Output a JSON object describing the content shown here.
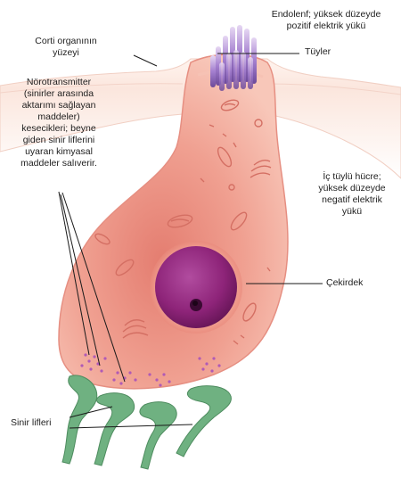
{
  "labels": {
    "surface": [
      "Corti organının",
      "yüzeyi"
    ],
    "endolymph": [
      "Endolenf; yüksek düzeyde",
      "pozitif elektrik yükü"
    ],
    "hairs": [
      "Tüyler"
    ],
    "neurotransmitter": [
      "Nörotransmitter",
      "(sinirler arasında",
      "aktarımı sağlayan",
      "maddeler)",
      "kesecikleri; beyne",
      "giden sinir liflerini",
      "uyaran kimyasal",
      "maddeler salıverir."
    ],
    "inner_hair_cell": [
      "İç tüylü hücre;",
      "yüksek düzeyde",
      "negatif elektrik",
      "yükü"
    ],
    "nucleus": [
      "Çekirdek"
    ],
    "nerve_fibers": [
      "Sinir lifleri"
    ]
  },
  "colors": {
    "cell_fill": "#f2a79a",
    "cell_center": "#e27b6e",
    "cell_edge": "#d86b5f",
    "tissue": "#fbe3da",
    "nucleus": "#8e2479",
    "nucleus_dark": "#5e1250",
    "hairs": "#b08ad6",
    "nerve": "#66a877",
    "vesicles": "#b05ab6"
  }
}
